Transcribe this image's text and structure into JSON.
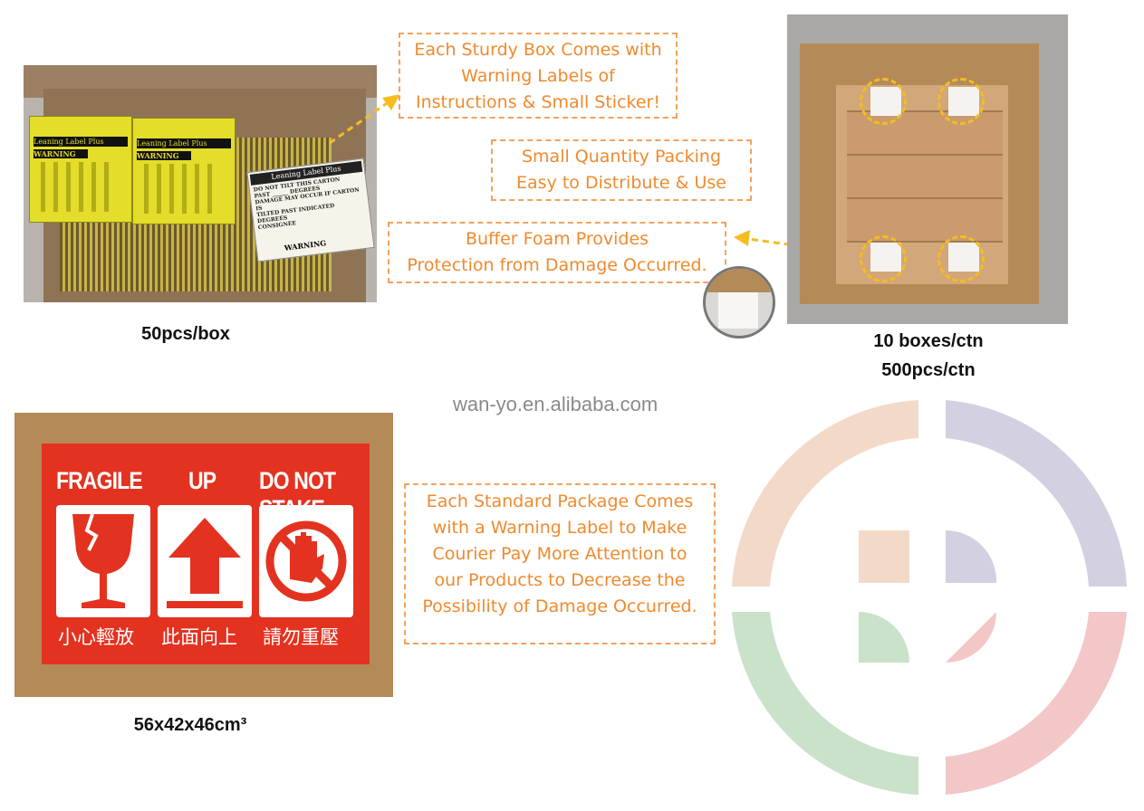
{
  "callouts": {
    "sturdy_box": [
      "Each Sturdy Box Comes with",
      "Warning Labels of",
      "Instructions & Small Sticker!"
    ],
    "small_quantity": [
      "Small Quantity Packing",
      "Easy to Distribute & Use"
    ],
    "buffer_foam": [
      "Buffer Foam Provides",
      "Protection from Damage Occurred."
    ],
    "standard_package": [
      "Each Standard Package Comes",
      "with a Warning Label to Make",
      "Courier Pay More Attention to",
      "our Products to Decrease the",
      "Possibility of Damage Occurred."
    ]
  },
  "captions": {
    "box": "50pcs/box",
    "carton_boxes": "10 boxes/ctn",
    "carton_pcs": "500pcs/ctn",
    "dimensions": "56x42x46cm³"
  },
  "watermark": "wan-yo.en.alibaba.com",
  "box_photo": {
    "label_brand": "Leaning Label Plus",
    "label_warning": "WARNING",
    "white_label_lines": [
      "DO NOT TILT THIS CARTON",
      "PAST ______ DEGREES",
      "DAMAGE MAY OCCUR IF CARTON IS",
      "TILTED PAST INDICATED DEGREES",
      "CONSIGNEE"
    ],
    "white_label_footer": "WARNING"
  },
  "fragile_label": {
    "headers": [
      "FRAGILE",
      "UP",
      "DO NOT STAKE"
    ],
    "chinese": [
      "小心輕放",
      "此面向上",
      "請勿重壓"
    ]
  },
  "colors": {
    "callout_text": "#ef8a2e",
    "callout_border": "#f2a25e",
    "label_red": "#e43220",
    "logo_orange": "#f3d9c8",
    "logo_purple": "#d3d0e1",
    "logo_green": "#c9e2c9",
    "logo_pink": "#f3c6c7"
  }
}
